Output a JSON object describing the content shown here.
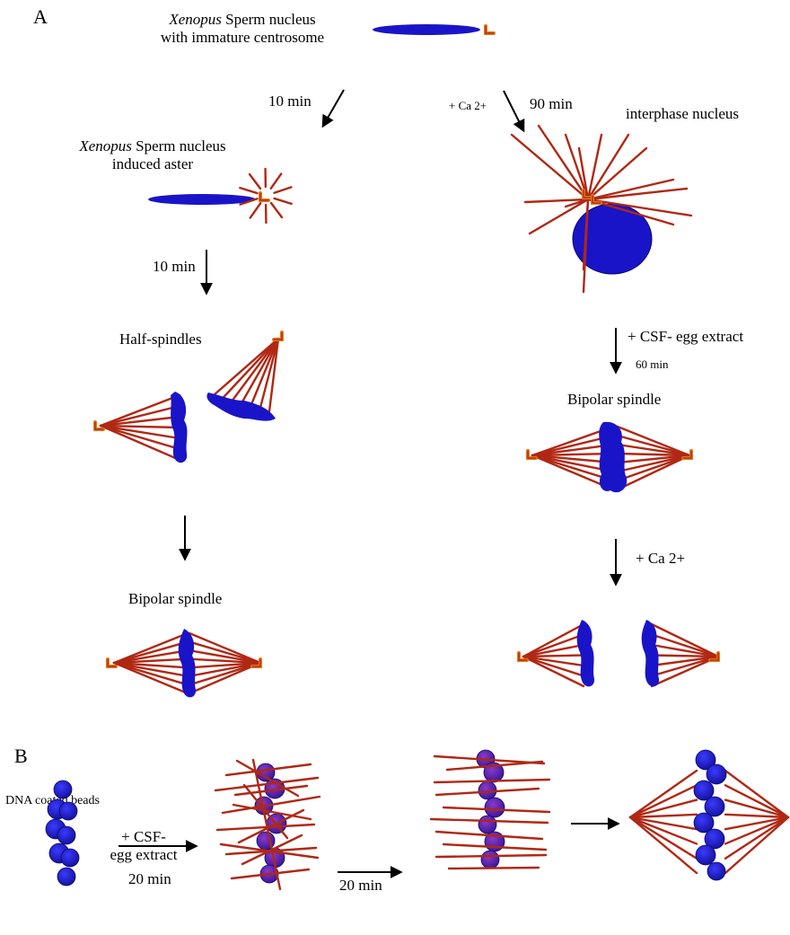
{
  "panels": {
    "a": "A",
    "b": "B"
  },
  "labels": {
    "sperm_title_italic": "Xenopus",
    "sperm_title_rest": " Sperm nucleus",
    "sperm_title_line2": "with immature centrosome",
    "induced_italic": "Xenopus",
    "induced_rest": " Sperm nucleus",
    "induced_line2": "induced aster",
    "ten_min_1": "10 min",
    "ten_min_2": "10 min",
    "ca_small": "+ Ca 2+",
    "ninety_min": "90 min",
    "interphase": "interphase nucleus",
    "half_spindles": "Half-spindles",
    "csf_extract": "+ CSF- egg extract",
    "sixty_min": "60 min",
    "bipolar_right": "Bipolar spindle",
    "bipolar_left": "Bipolar spindle",
    "ca_plus": "+ Ca 2+",
    "dna_beads": "DNA coated beads",
    "csf_line1": "+ CSF-",
    "csf_line2": "egg extract",
    "twenty_min_1": "20 min",
    "twenty_min_2": "20 min"
  },
  "colors": {
    "chromatin": "#1a14c8",
    "microtubule": "#b02814",
    "centrosome": "#e8741a"
  }
}
